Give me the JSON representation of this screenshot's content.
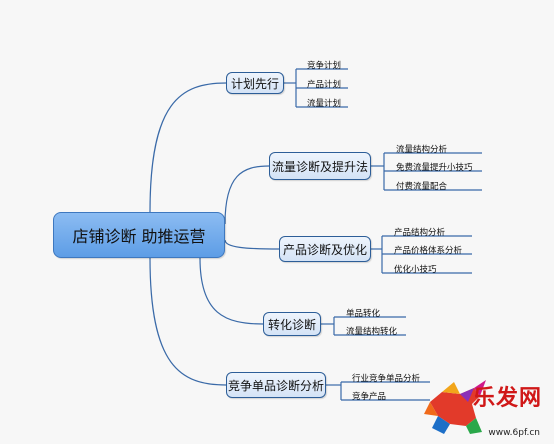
{
  "central": {
    "label": "店铺诊断 助推运营"
  },
  "branches": [
    {
      "label": "计划先行",
      "children": [
        "竞争计划",
        "产品计划",
        "流量计划"
      ]
    },
    {
      "label": "流量诊断及提升法",
      "children": [
        "流量结构分析",
        "免费流量提升小技巧",
        "付费流量配合"
      ]
    },
    {
      "label": "产品诊断及优化",
      "children": [
        "产品结构分析",
        "产品价格体系分析",
        "优化小技巧"
      ]
    },
    {
      "label": "转化诊断",
      "children": [
        "单品转化",
        "流量结构转化"
      ]
    },
    {
      "label": "竞争单品诊断分析",
      "children": [
        "行业竞争单品分析",
        "竞争产品"
      ]
    }
  ],
  "watermark": {
    "brand": "乐发网",
    "url": "www.6pf.cn"
  },
  "colors": {
    "node_border": "#2d5e98",
    "line": "#3a6aa8",
    "central_fill": "#6aa7ea"
  }
}
